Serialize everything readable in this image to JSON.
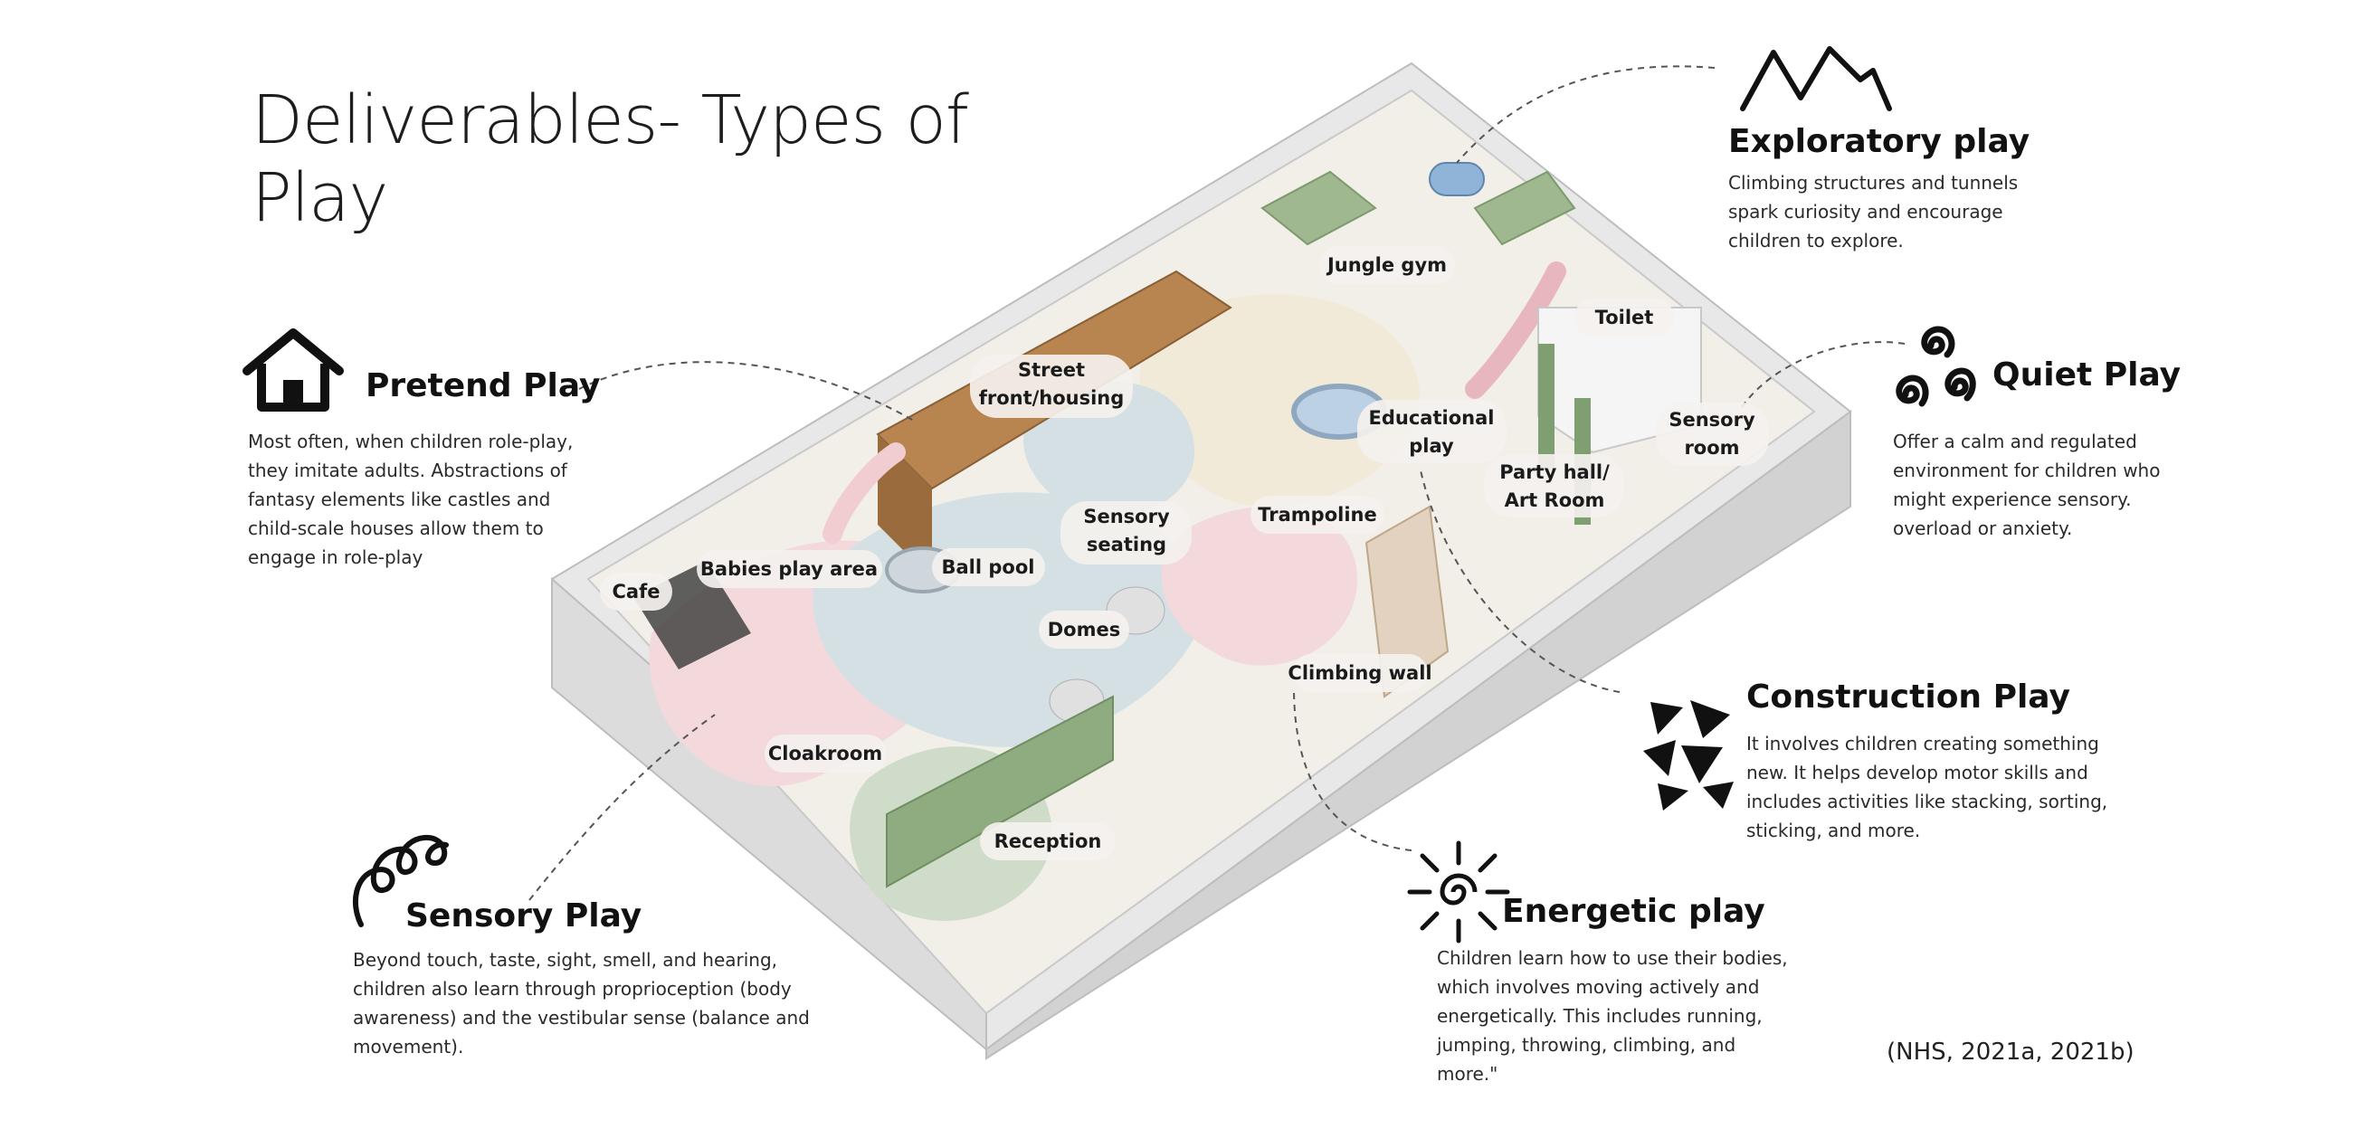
{
  "title": "Deliverables- Types of Play",
  "citation": "(NHS, 2021a, 2021b)",
  "play_types": {
    "pretend": {
      "title": "Pretend Play",
      "icon": "house-icon",
      "text": "Most often, when children role-play, they imitate adults. Abstractions of fantasy elements like castles and child-scale houses allow them to engage in role-play"
    },
    "sensory": {
      "title": "Sensory Play",
      "icon": "scribble-loops-icon",
      "text": "Beyond touch, taste, sight, smell, and hearing, children also learn through proprioception (body awareness) and the vestibular sense (balance and movement)."
    },
    "exploratory": {
      "title": "Exploratory play",
      "icon": "mountains-icon",
      "text": "Climbing structures and tunnels spark curiosity and encourage children to explore."
    },
    "quiet": {
      "title": "Quiet Play",
      "icon": "spirals-icon",
      "text": "Offer a calm and regulated environment for children who might experience sensory. overload or anxiety."
    },
    "construction": {
      "title": "Construction Play",
      "icon": "triangles-icon",
      "text": "It involves children creating something new. It helps develop motor skills and includes activities like stacking, sorting, sticking, and more."
    },
    "energetic": {
      "title": "Energetic play",
      "icon": "sunburst-icon",
      "text": "Children learn how to use their bodies, which involves moving actively and energetically. This includes running, jumping, throwing, climbing, and more.\""
    }
  },
  "zones": {
    "jungle_gym": "Jungle gym",
    "toilet": "Toilet",
    "street_1": "Street",
    "street_2": "front/housing",
    "educational_1": "Educational",
    "educational_2": "play",
    "sensory_room_1": "Sensory",
    "sensory_room_2": "room",
    "party_1": "Party hall/",
    "party_2": "Art Room",
    "sensory_seating_1": "Sensory",
    "sensory_seating_2": "seating",
    "trampoline": "Trampoline",
    "babies": "Babies play area",
    "ball_pool": "Ball pool",
    "cafe": "Cafe",
    "domes": "Domes",
    "climbing_wall": "Climbing wall",
    "cloakroom": "Cloakroom",
    "reception": "Reception"
  },
  "colors": {
    "floor_pink": "#f3d9dc",
    "floor_blue": "#d4e0e3",
    "floor_green": "#cfdcc9",
    "floor_cream": "#f2ead8",
    "wall": "#e6e6e6",
    "wall_shade": "#cfcfcf",
    "green_block": "#9fb88f",
    "wood": "#b8844f"
  }
}
